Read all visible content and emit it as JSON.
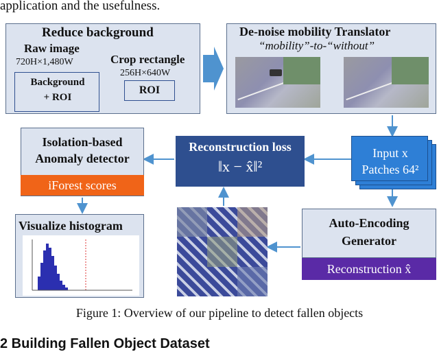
{
  "top_text": "application and the usefulness.",
  "reduce_bg": {
    "title": "Reduce background",
    "raw_image": "Raw image",
    "raw_dims": "720H×1,480W",
    "bg_roi_line1": "Background",
    "bg_roi_line2": "+ ROI",
    "crop_title": "Crop rectangle",
    "crop_dims": "256H×640W",
    "roi": "ROI"
  },
  "denoise": {
    "title": "De-noise mobility Translator",
    "subtitle": "“mobility”-to-“without”"
  },
  "input_patches": {
    "line1": "Input x",
    "line2": "Patches 64²"
  },
  "recon_loss": {
    "title": "Reconstruction loss",
    "formula": "‖x − x̂‖²"
  },
  "isolation": {
    "line1": "Isolation-based",
    "line2": "Anomaly detector",
    "scores": "iForest scores"
  },
  "histogram": {
    "title": "Visualize histogram"
  },
  "autoenc": {
    "line1": "Auto-Encoding",
    "line2": "Generator",
    "recon": "Reconstruction x̂"
  },
  "caption": "Figure 1: Overview of our pipeline to detect fallen objects",
  "bottom_text": "2   Building Fallen Object Dataset",
  "colors": {
    "panel_bg": "#dce3ef",
    "panel_border": "#5a6e8c",
    "dark_blue": "#2e4f8f",
    "light_blue": "#2e7fd6",
    "arrow": "#4f93cf",
    "orange": "#f06418",
    "purple": "#5a2aa6"
  }
}
